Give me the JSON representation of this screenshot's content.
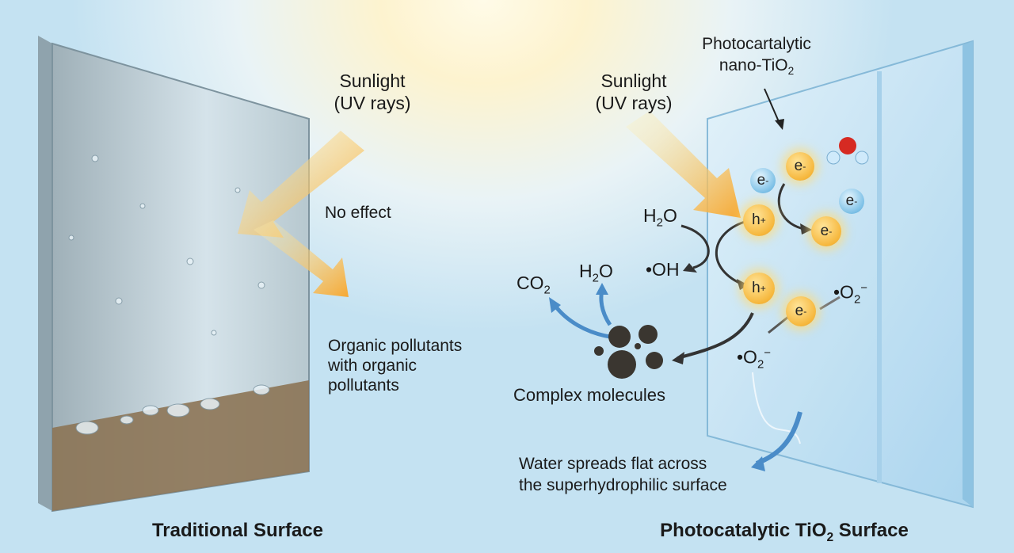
{
  "left_panel": {
    "title": "Traditional Surface",
    "sunlight_line1": "Sunlight",
    "sunlight_line2": "(UV rays)",
    "no_effect": "No effect",
    "pollutants_line1": "Organic pollutants",
    "pollutants_line2": "with organic",
    "pollutants_line3": "pollutants"
  },
  "right_panel": {
    "title_main": "Photocatalytic TiO",
    "title_sub": "2",
    "title_end": " Surface",
    "sunlight_line1": "Sunlight",
    "sunlight_line2": "(UV rays)",
    "coating_line1": "Photocartalytic",
    "coating_line2": "nano-TiO",
    "coating_sub": "2",
    "h2o_in": "H",
    "h2o_sub": "2",
    "h2o_end": "O",
    "oh": "•OH",
    "co2": "CO",
    "co2_sub": "2",
    "h2o_out": "H",
    "h2o_out_sub": "2",
    "h2o_out_end": "O",
    "hole": "h",
    "hole_sup": "+",
    "electron": "e",
    "electron_sup": "-",
    "superoxide": "•O",
    "superoxide_sub": "2",
    "superoxide_sup": "−",
    "complex": "Complex molecules",
    "water_line1": "Water spreads flat across",
    "water_line2": "the superhydrophilic surface"
  },
  "colors": {
    "sun_arrow": "#f6b53c",
    "glass": "#bfe0f2",
    "dirt": "#8c7455",
    "flow_arrow": "#4a8cc8"
  }
}
